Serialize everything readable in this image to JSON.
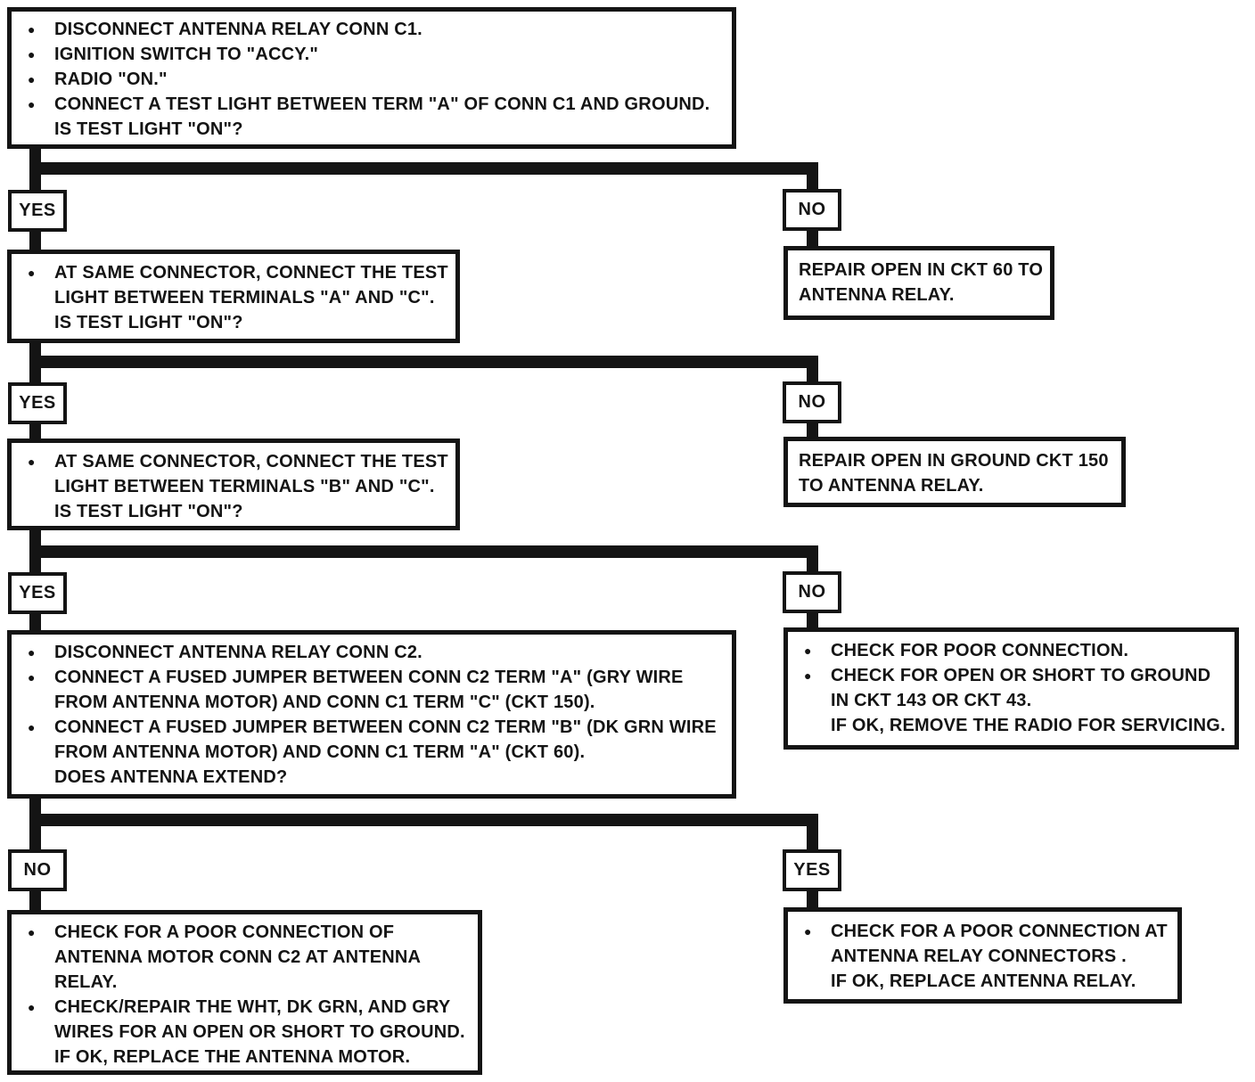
{
  "colors": {
    "ink": "#141414",
    "paper": "#ffffff"
  },
  "icons": {
    "bullet": "●"
  },
  "branches": {
    "b1": {
      "left": "YES",
      "right": "NO"
    },
    "b2": {
      "left": "YES",
      "right": "NO"
    },
    "b3": {
      "left": "YES",
      "right": "NO"
    },
    "b4": {
      "left": "NO",
      "right": "YES"
    }
  },
  "nodes": {
    "test_term_a_ground": {
      "lines": [
        {
          "bullet": true,
          "text": "DISCONNECT ANTENNA RELAY CONN C1."
        },
        {
          "bullet": true,
          "text": "IGNITION SWITCH TO \"ACCY.\""
        },
        {
          "bullet": true,
          "text": "RADIO \"ON.\""
        },
        {
          "bullet": true,
          "text": "CONNECT A TEST LIGHT BETWEEN TERM \"A\" OF CONN C1 AND GROUND."
        },
        {
          "bullet": false,
          "text": "IS TEST LIGHT \"ON\"?"
        }
      ]
    },
    "repair_ckt60": {
      "lines": [
        {
          "bullet": false,
          "text": "REPAIR OPEN IN CKT 60 TO"
        },
        {
          "bullet": false,
          "text": "ANTENNA RELAY."
        }
      ]
    },
    "test_terms_a_c": {
      "lines": [
        {
          "bullet": true,
          "text": "AT SAME CONNECTOR, CONNECT THE TEST"
        },
        {
          "bullet": false,
          "text": "LIGHT BETWEEN TERMINALS \"A\" AND \"C\"."
        },
        {
          "bullet": false,
          "text": "IS TEST LIGHT \"ON\"?"
        }
      ]
    },
    "repair_ckt150": {
      "lines": [
        {
          "bullet": false,
          "text": "REPAIR OPEN IN GROUND CKT 150"
        },
        {
          "bullet": false,
          "text": "TO ANTENNA RELAY."
        }
      ]
    },
    "test_terms_b_c": {
      "lines": [
        {
          "bullet": true,
          "text": "AT SAME CONNECTOR, CONNECT THE TEST"
        },
        {
          "bullet": false,
          "text": "LIGHT BETWEEN TERMINALS \"B\" AND \"C\"."
        },
        {
          "bullet": false,
          "text": "IS TEST LIGHT \"ON\"?"
        }
      ]
    },
    "check_radio_circuits": {
      "lines": [
        {
          "bullet": true,
          "text": "CHECK FOR POOR CONNECTION."
        },
        {
          "bullet": true,
          "text": "CHECK FOR OPEN OR SHORT TO GROUND"
        },
        {
          "bullet": false,
          "text": "IN CKT 143 OR CKT 43."
        },
        {
          "bullet": false,
          "text": "IF OK, REMOVE THE RADIO FOR SERVICING."
        }
      ]
    },
    "jumper_extend_test": {
      "lines": [
        {
          "bullet": true,
          "text": "DISCONNECT ANTENNA RELAY CONN C2."
        },
        {
          "bullet": true,
          "text": "CONNECT A FUSED JUMPER BETWEEN CONN C2 TERM \"A\" (GRY WIRE"
        },
        {
          "bullet": false,
          "text": "FROM ANTENNA MOTOR) AND CONN C1 TERM \"C\" (CKT 150)."
        },
        {
          "bullet": true,
          "text": "CONNECT A FUSED JUMPER BETWEEN CONN C2 TERM \"B\" (DK GRN WIRE"
        },
        {
          "bullet": false,
          "text": "FROM ANTENNA MOTOR) AND CONN C1 TERM \"A\" (CKT 60)."
        },
        {
          "bullet": false,
          "text": "DOES ANTENNA EXTEND?"
        }
      ]
    },
    "check_antenna_motor": {
      "lines": [
        {
          "bullet": true,
          "text": "CHECK FOR A POOR CONNECTION OF"
        },
        {
          "bullet": false,
          "text": "ANTENNA MOTOR CONN C2 AT ANTENNA"
        },
        {
          "bullet": false,
          "text": "RELAY."
        },
        {
          "bullet": true,
          "text": "CHECK/REPAIR THE WHT, DK GRN, AND GRY"
        },
        {
          "bullet": false,
          "text": "WIRES FOR AN OPEN OR SHORT TO GROUND."
        },
        {
          "bullet": false,
          "text": "IF OK, REPLACE THE ANTENNA MOTOR."
        }
      ]
    },
    "check_antenna_relay": {
      "lines": [
        {
          "bullet": true,
          "text": "CHECK FOR A POOR CONNECTION AT"
        },
        {
          "bullet": false,
          "text": "ANTENNA RELAY CONNECTORS ."
        },
        {
          "bullet": false,
          "text": "IF OK, REPLACE ANTENNA RELAY."
        }
      ]
    }
  }
}
